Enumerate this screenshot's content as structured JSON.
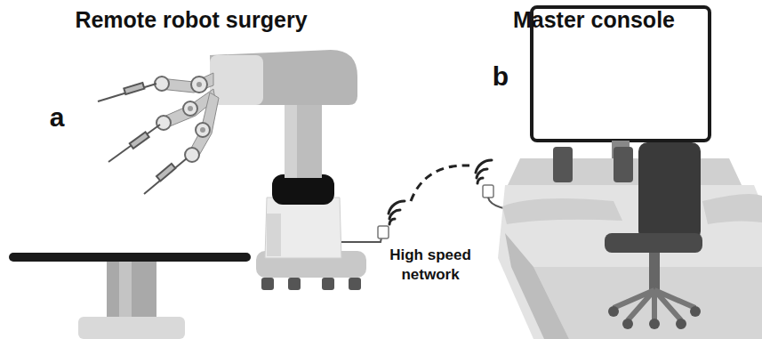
{
  "diagram": {
    "labels": [
      "Remote robot surgery",
      "Master console",
      "a",
      "b",
      "High speed network"
    ]
  }
}
